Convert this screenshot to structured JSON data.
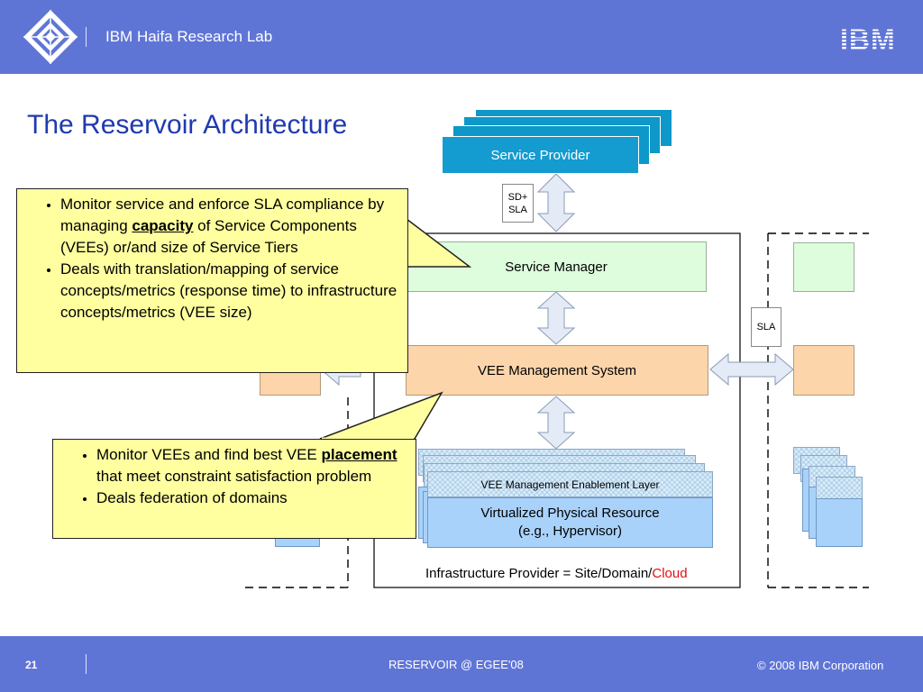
{
  "header": {
    "lab_name": "IBM Haifa Research Lab",
    "brand": "IBM"
  },
  "slide": {
    "title": "The Reservoir Architecture"
  },
  "diagram": {
    "service_provider": "Service Provider",
    "sla_note_top": [
      "SD+",
      "SLA"
    ],
    "sla_note_side": "SLA",
    "service_manager": "Service Manager",
    "vee_management_system": "VEE Management  System",
    "vee_enablement_layer": "VEE Management  Enablement Layer",
    "virtualized_resource_line1": "Virtualized Physical Resource",
    "virtualized_resource_line2": "(e.g., Hypervisor)",
    "infrastructure_label": "Infrastructure Provider = Site/Domain/",
    "infrastructure_label_highlight": "Cloud"
  },
  "callout_top": {
    "b1_pre": "Monitor service and enforce SLA compliance by managing ",
    "b1_emph": "capacity",
    "b1_post": " of Service Components (VEEs) or/and size of Service Tiers",
    "b2": "Deals with translation/mapping of service concepts/metrics (response time) to infrastructure concepts/metrics (VEE size)"
  },
  "callout_bottom": {
    "b1_pre": "Monitor VEEs and find best VEE ",
    "b1_emph": "placement",
    "b1_post": " that meet  constraint satisfaction problem",
    "b2": "Deals federation of domains"
  },
  "footer": {
    "page_number": "21",
    "event": "RESERVOIR @ EGEE'08",
    "copyright": "© 2008 IBM Corporation"
  },
  "colors": {
    "header_bg": "#5f75d6",
    "title": "#1f3ab0",
    "highlight": "#e01010",
    "callout_bg": "#ffffa0"
  }
}
